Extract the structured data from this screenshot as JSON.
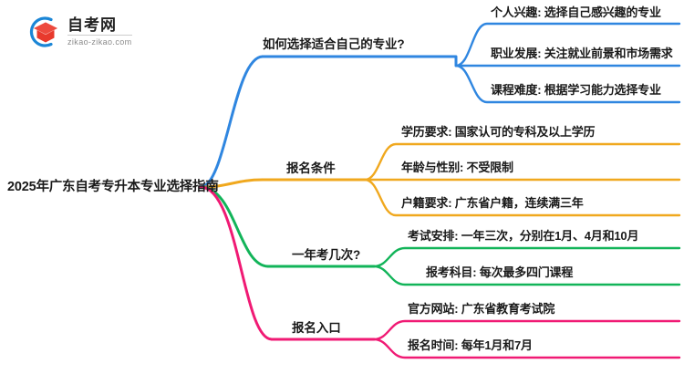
{
  "logo": {
    "name": "自考网",
    "domain": "zikao-zikao.com",
    "mark_icon": "graduation-cap-in-circle-icon",
    "ring_color": "#1b86d6",
    "cap_color": "#e8392c"
  },
  "mindmap": {
    "root": {
      "label": "2025年广东自考专升本专业选择指南"
    },
    "branches": [
      {
        "label": "如何选择适合自己的专业?",
        "color": "#2f86e0",
        "children": [
          {
            "label": "个人兴趣: 选择自己感兴趣的专业"
          },
          {
            "label": "职业发展: 关注就业前景和市场需求"
          },
          {
            "label": "课程难度: 根据学习能力选择专业"
          }
        ]
      },
      {
        "label": "报名条件",
        "color": "#f0a81e",
        "children": [
          {
            "label": "学历要求: 国家认可的专科及以上学历"
          },
          {
            "label": "年龄与性别: 不受限制"
          },
          {
            "label": "户籍要求: 广东省户籍，连续满三年"
          }
        ]
      },
      {
        "label": "一年考几次?",
        "color": "#12b459",
        "children": [
          {
            "label": "考试安排: 一年三次，分别在1月、4月和10月"
          },
          {
            "label": "报考科目: 每次最多四门课程"
          }
        ]
      },
      {
        "label": "报名入口",
        "color": "#f01a74",
        "children": [
          {
            "label": "官方网站: 广东省教育考试院"
          },
          {
            "label": "报名时间: 每年1月和7月"
          }
        ]
      }
    ]
  }
}
